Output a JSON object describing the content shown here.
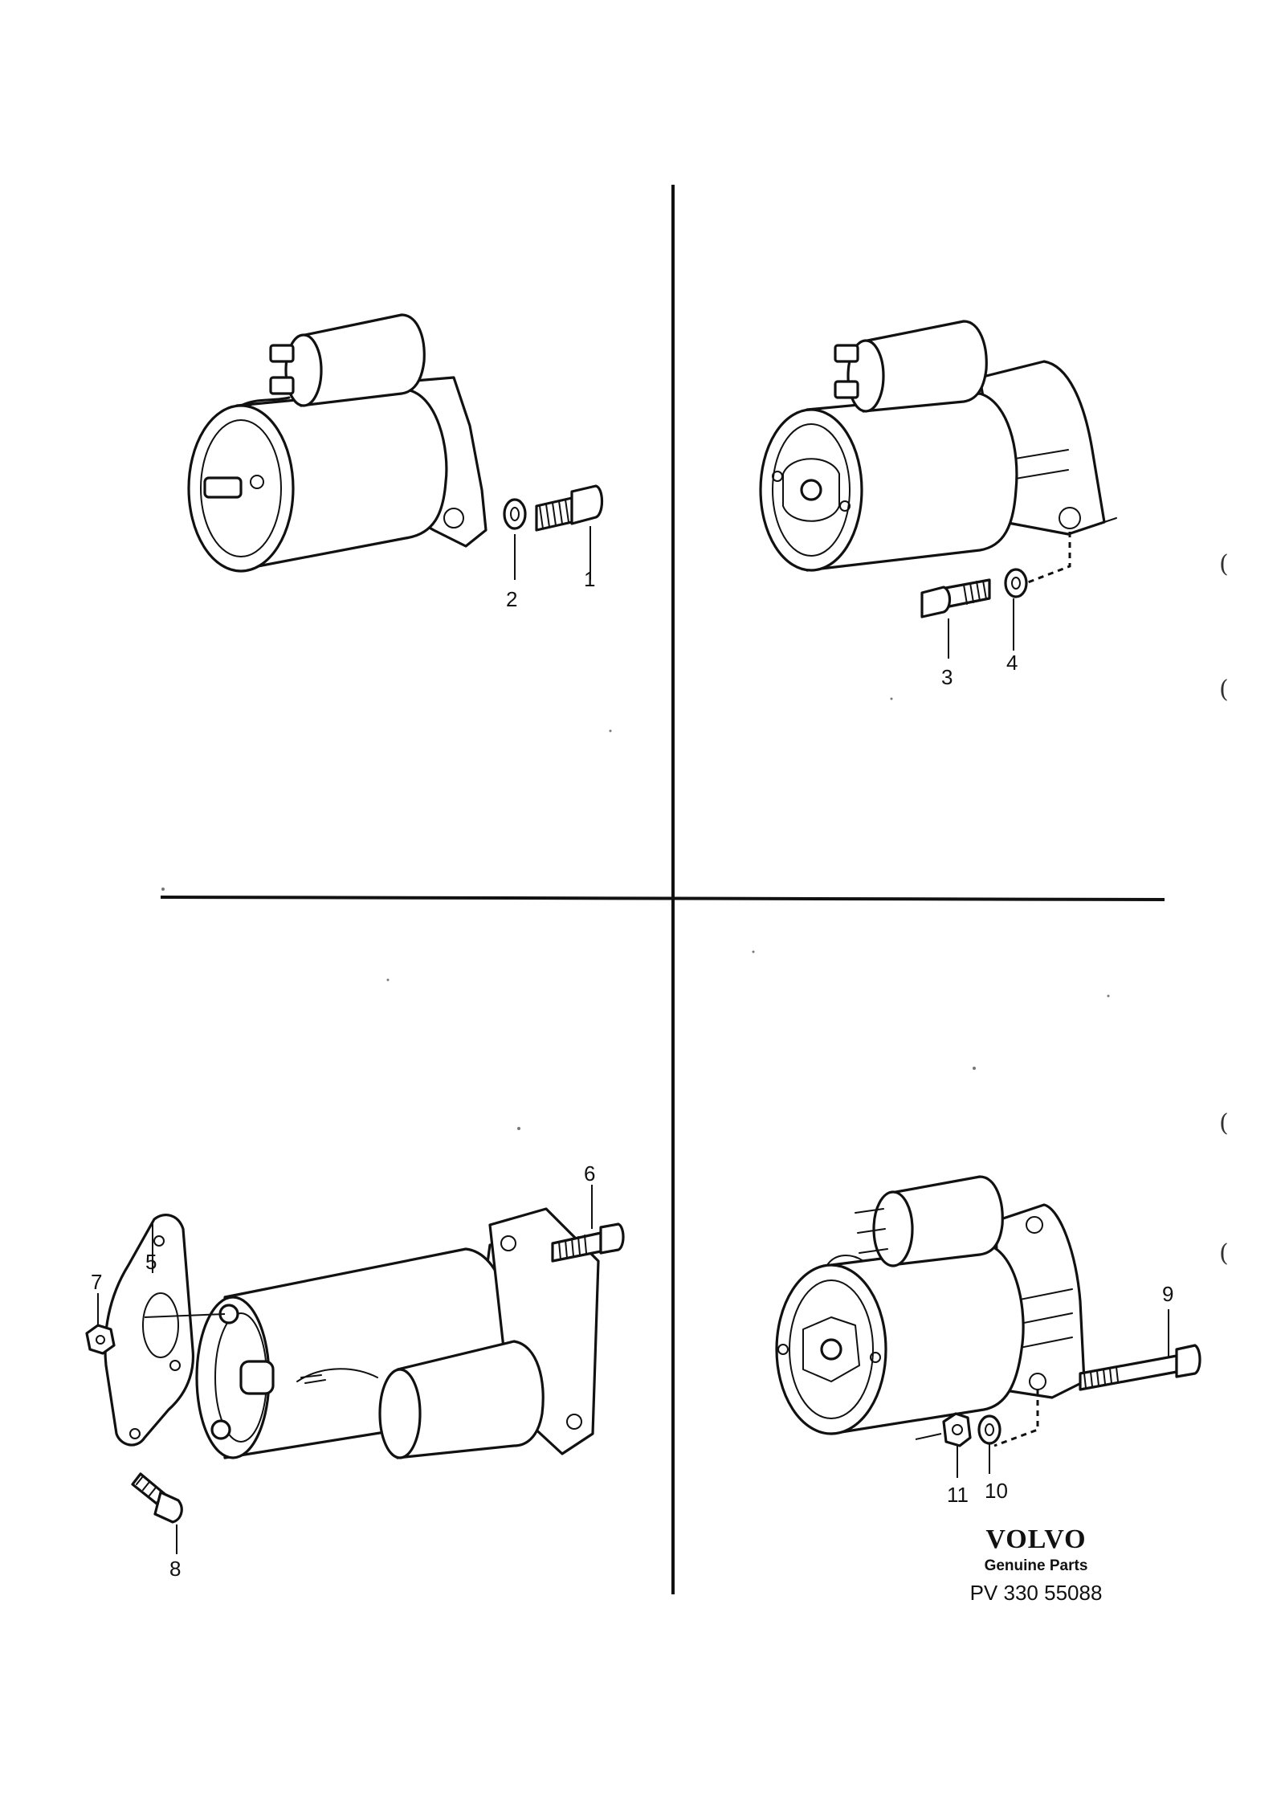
{
  "callouts": {
    "p1": "1",
    "p2": "2",
    "p3": "3",
    "p4": "4",
    "p5": "5",
    "p6": "6",
    "p7": "7",
    "p8": "8",
    "p9": "9",
    "p10": "10",
    "p11": "11"
  },
  "brand": {
    "logo": "VOLVO",
    "subtitle": "Genuine Parts",
    "code": "PV 330 55088"
  },
  "margin_marks": [
    "(",
    "(",
    "(",
    "("
  ]
}
